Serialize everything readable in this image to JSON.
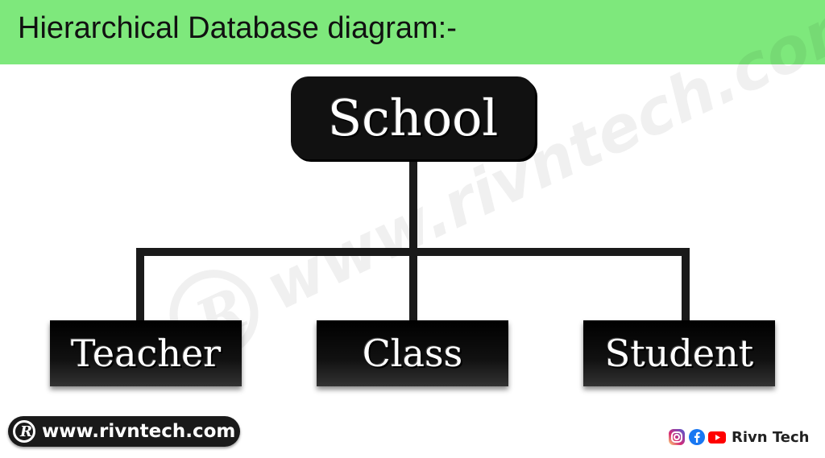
{
  "header": {
    "title": "Hierarchical Database diagram:-"
  },
  "diagram": {
    "root": {
      "label": "School"
    },
    "children": [
      {
        "label": "Teacher"
      },
      {
        "label": "Class"
      },
      {
        "label": "Student"
      }
    ]
  },
  "watermark": {
    "text": "www.rivntech.com"
  },
  "footer": {
    "url": "www.rivntech.com",
    "brand": "Rivn Tech",
    "social_icons": [
      "instagram-icon",
      "facebook-icon",
      "youtube-icon"
    ]
  },
  "colors": {
    "header_bg": "#7ee87c",
    "node_bg": "#111111",
    "connector": "#1a1a1a",
    "instagram": "#d62976",
    "facebook": "#1877f2",
    "youtube": "#ff0000"
  }
}
